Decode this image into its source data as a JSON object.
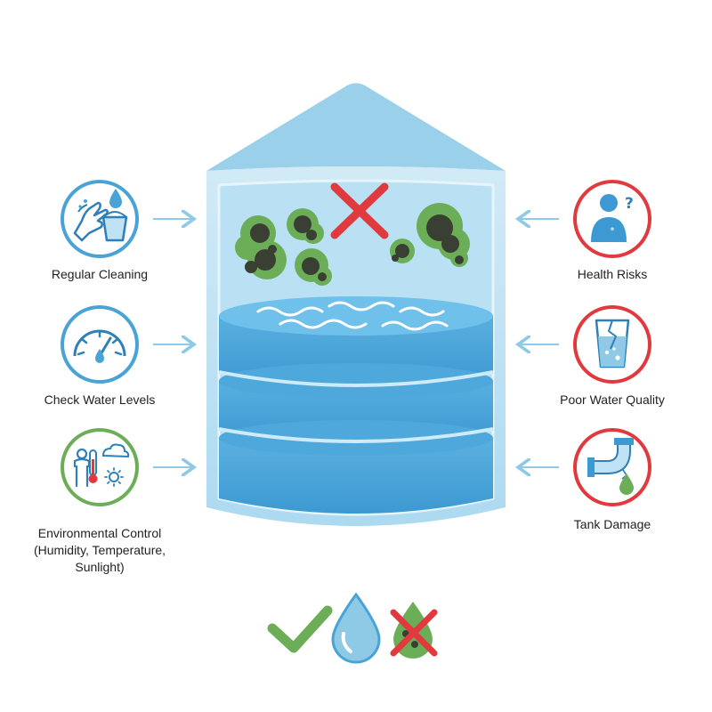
{
  "prevention": {
    "regular_cleaning": "Regular Cleaning",
    "check_water_levels": "Check Water Levels",
    "environmental_control": {
      "line1": "Environmental Control",
      "line2": "(Humidity, Temperature,",
      "line3": "Sunlight)"
    }
  },
  "consequences": {
    "health_risks": "Health Risks",
    "poor_water_quality": "Poor Water Quality",
    "tank_damage": "Tank Damage"
  },
  "icons": {
    "cleaning": "hand-washing-bucket-icon",
    "levels": "gauge-icon",
    "environment": "thermometer-sun-cloud-icon",
    "health": "sick-person-question-icon",
    "quality": "cracked-glass-icon",
    "damage": "leaking-pipe-icon",
    "tank_mold": "mold-cross-icon",
    "footer_check": "check-icon",
    "footer_drop": "water-drop-icon",
    "footer_bad_drop": "contaminated-drop-icon"
  },
  "colors": {
    "blue": "#4aa3d6",
    "red": "#e0393e",
    "green": "#6cae58",
    "mold_dark": "#3a3f33",
    "arrow": "#8ecae6"
  }
}
